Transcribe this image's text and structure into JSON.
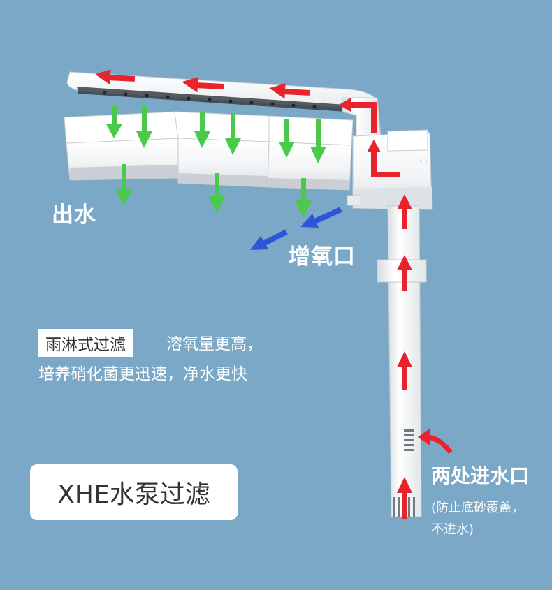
{
  "labels": {
    "outflow": "出水",
    "aeration": "增氧口",
    "rain_badge": "雨淋式过滤",
    "desc_line_1": "溶氧量更高，",
    "desc_line_2": "培养硝化菌更迅速，净水更快",
    "inlet": "两处进水口",
    "inlet_note_line_1": "(防止底砂覆盖，",
    "inlet_note_line_2": "不进水)",
    "title": "XHE水泵过滤"
  },
  "colors": {
    "background": "#7BA8C6",
    "flow_up": "#E8232B",
    "flow_down": "#4BC94A",
    "flow_air": "#2E55D8",
    "device_body": "#F2F4F5",
    "device_shadow": "#CDD3D8"
  },
  "icons": {
    "red_arrow": "arrow-icon",
    "green_arrow": "arrow-down-icon",
    "blue_arrow": "arrow-icon"
  }
}
